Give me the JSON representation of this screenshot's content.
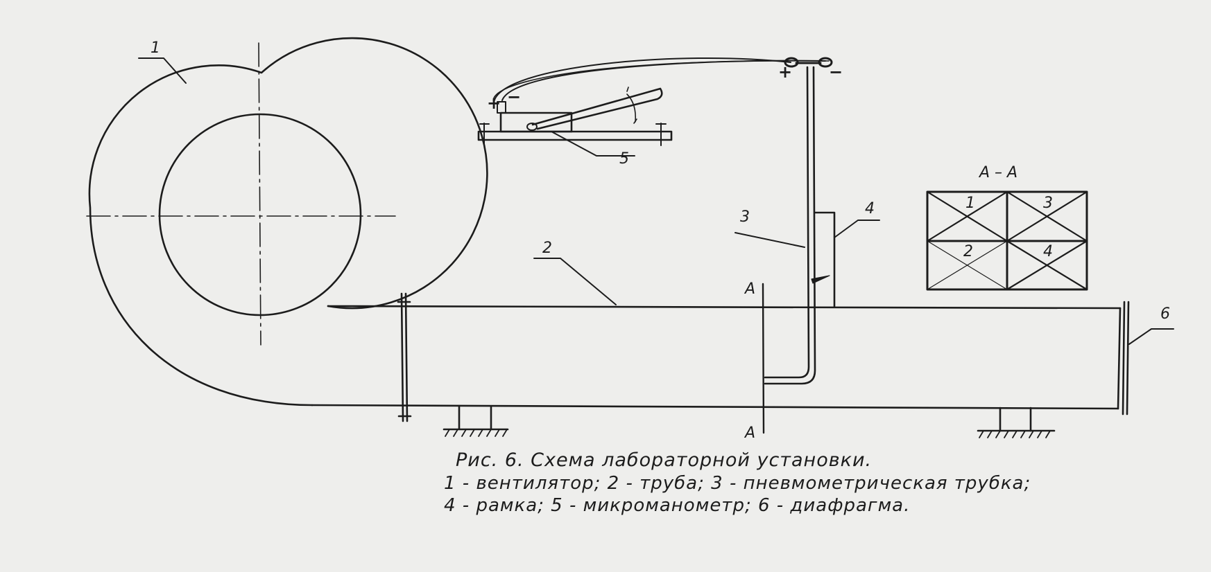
{
  "labels": {
    "fan": "1",
    "pipe": "2",
    "pitot_tube": "3",
    "frame": "4",
    "micromanometer": "5",
    "diaphragm": "6",
    "section_top": "A",
    "section_bottom": "A",
    "plus_left": "+",
    "minus_left": "−",
    "plus_top": "+",
    "minus_top": "−"
  },
  "section_view": {
    "title": "А – А",
    "cells": [
      "1",
      "3",
      "2",
      "4"
    ]
  },
  "caption": {
    "title": "Рис. 6. Схема лабораторной установки.",
    "line1": "1 - вентилятор; 2 - труба; 3 - пневмометрическая трубка;",
    "line2": "4 - рамка; 5 - микроманометр; 6 - диафрагма."
  }
}
